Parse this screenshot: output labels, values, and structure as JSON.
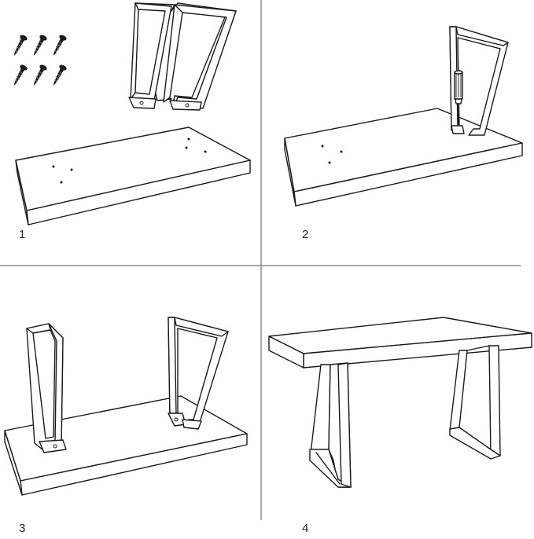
{
  "steps": [
    {
      "number": "1"
    },
    {
      "number": "2"
    },
    {
      "number": "3"
    },
    {
      "number": "4"
    }
  ],
  "colors": {
    "line": "#1a1a1a",
    "divider": "#555555",
    "background": "#ffffff"
  },
  "icons": {
    "screws": "screw-icon",
    "tool": "screwdriver-icon"
  }
}
